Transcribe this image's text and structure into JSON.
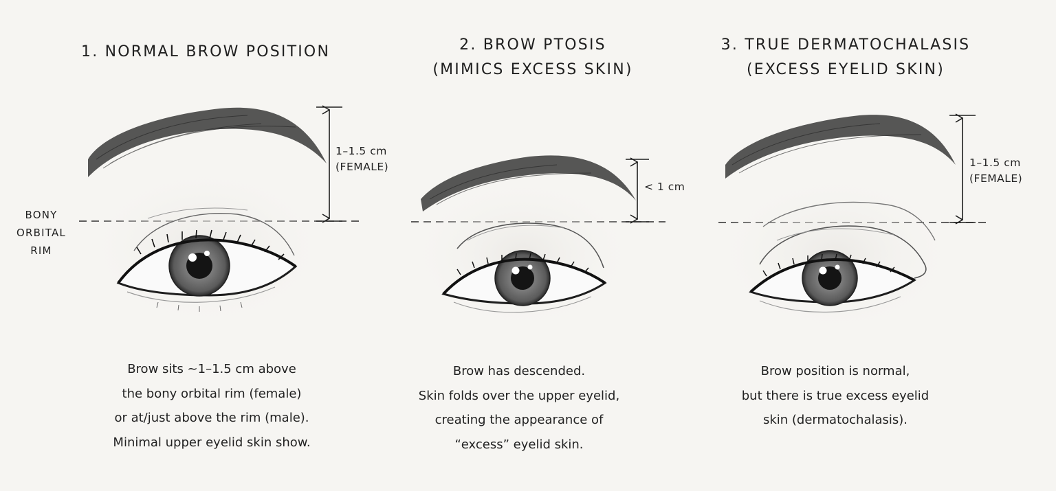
{
  "side_label": [
    "BONY",
    "ORBITAL",
    "RIM"
  ],
  "panels": [
    {
      "title": [
        "1. NORMAL BROW POSITION"
      ],
      "measure": [
        "1–1.5 cm",
        "(FEMALE)"
      ],
      "caption": [
        "Brow sits ~1–1.5 cm above",
        "the bony orbital rim (female)",
        "or at/just above the rim (male).",
        "Minimal upper eyelid skin show."
      ]
    },
    {
      "title": [
        "2. BROW PTOSIS",
        "(MIMICS EXCESS SKIN)"
      ],
      "measure": [
        "< 1 cm"
      ],
      "caption": [
        "Brow has descended.",
        "Skin folds over the upper eyelid,",
        "creating the appearance of",
        "“excess” eyelid skin."
      ]
    },
    {
      "title": [
        "3. TRUE DERMATOCHALASIS",
        "(EXCESS EYELID SKIN)"
      ],
      "measure": [
        "1–1.5 cm",
        "(FEMALE)"
      ],
      "caption": [
        "Brow position is normal,",
        "but there is true excess eyelid",
        "skin (dermatochalasis)."
      ]
    }
  ],
  "colors": {
    "ink": "#1e1e1e",
    "paper": "#f6f5f2",
    "iris": "#6a6a6a",
    "pupil": "#141414"
  }
}
